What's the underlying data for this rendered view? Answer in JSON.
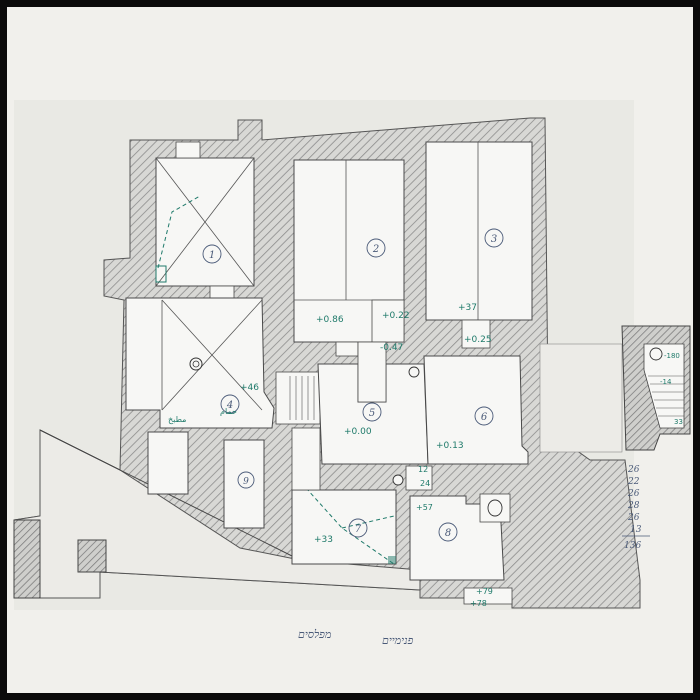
{
  "colors": {
    "frame": "#0b0b0b",
    "paper": "#f1f0ec",
    "wall_fill": "#d6d6d3",
    "hatch": "#8e8e8e",
    "room": "#f7f7f5",
    "room_stroke": "#4a4a4a",
    "ink_green": "#1f7a6a",
    "ink_blue": "#4a5a78"
  },
  "level_marks": {
    "room2_left": "+0.86",
    "room2_right": "+0.22",
    "room3": "+37",
    "room3_lower": "+0.25",
    "corridor": "-0.47",
    "room1": "+46",
    "hall": "+0.00",
    "room4": "+0.13",
    "small_a": "12",
    "small_b": "24",
    "south_west": "+33",
    "south_mid": "+57",
    "south_step": "+79",
    "south_door": "+78",
    "stair_top": "-180",
    "stair_mid": "-14",
    "stair_bottom": "33"
  },
  "side_sum": {
    "values": [
      "26",
      "22",
      "26",
      "28",
      "26",
      "13"
    ],
    "total": "136"
  },
  "room_numbers": {
    "room_a": "1",
    "room_b": "2",
    "room_c": "3",
    "room_d": "4",
    "room_e": "5",
    "room_f": "6",
    "room_g": "7",
    "room_h": "8",
    "room_i": "9"
  },
  "annotations": {
    "room_notes_1": "مطبخ",
    "room_notes_2": "حمام",
    "bottom_caption_1": "מפלסים",
    "bottom_caption_2": "פנימיים"
  }
}
